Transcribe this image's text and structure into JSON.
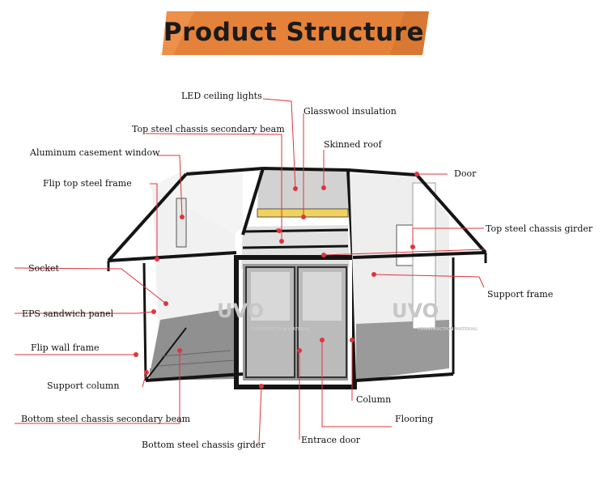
{
  "title": "Product Structure",
  "watermark": {
    "brand": "UVO",
    "sub": "CONSTRUCTION MATERIAL"
  },
  "colors": {
    "banner": "#e5823a",
    "leader": "#e0343a",
    "frame": "#141414",
    "floor": "#8f8f8f"
  },
  "labels": [
    {
      "id": "led-ceiling-lights",
      "text": "LED ceiling lights"
    },
    {
      "id": "glasswool-insulation",
      "text": "Glasswool insulation"
    },
    {
      "id": "top-steel-chassis-secondary-beam",
      "text": "Top steel chassis secondary beam"
    },
    {
      "id": "skinned-roof",
      "text": "Skinned roof"
    },
    {
      "id": "aluminum-casement-window",
      "text": "Aluminum casement window"
    },
    {
      "id": "door",
      "text": "Door"
    },
    {
      "id": "flip-top-steel-frame",
      "text": "Flip top steel frame"
    },
    {
      "id": "top-steel-chassis-girder",
      "text": "Top steel chassis girder"
    },
    {
      "id": "socket",
      "text": "Socket"
    },
    {
      "id": "support-frame",
      "text": "Support frame"
    },
    {
      "id": "eps-sandwich-panel",
      "text": "EPS sandwich panel"
    },
    {
      "id": "flip-wall-frame",
      "text": "Flip wall frame"
    },
    {
      "id": "support-column",
      "text": "Support column"
    },
    {
      "id": "column",
      "text": "Column"
    },
    {
      "id": "bottom-steel-chassis-secondary-beam",
      "text": "Bottom steel chassis secondary beam"
    },
    {
      "id": "flooring",
      "text": "Flooring"
    },
    {
      "id": "entrace-door",
      "text": "Entrace door"
    },
    {
      "id": "bottom-steel-chassis-girder",
      "text": "Bottom steel chassis girder"
    }
  ]
}
